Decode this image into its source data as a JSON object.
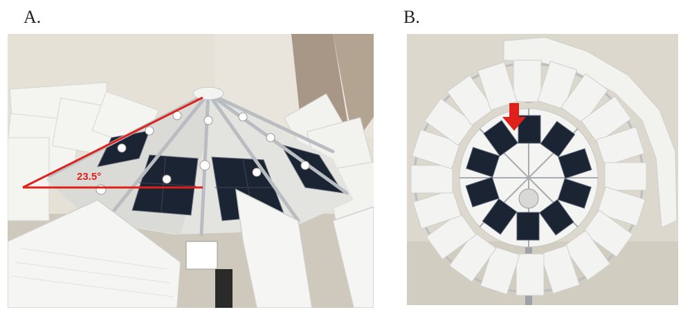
{
  "panels": [
    {
      "label": "A.",
      "annotation": "23.5°"
    },
    {
      "label": "B."
    }
  ],
  "colors": {
    "annotation_red": "#e0201b",
    "solar_panel": "#1b2433",
    "blade_white": "#f1f1ef",
    "wall": "#e6e1d6",
    "curtain": "#9c8a78",
    "rod": "#b9bcc0"
  },
  "icons": {
    "indicator": "down-arrow-icon"
  }
}
